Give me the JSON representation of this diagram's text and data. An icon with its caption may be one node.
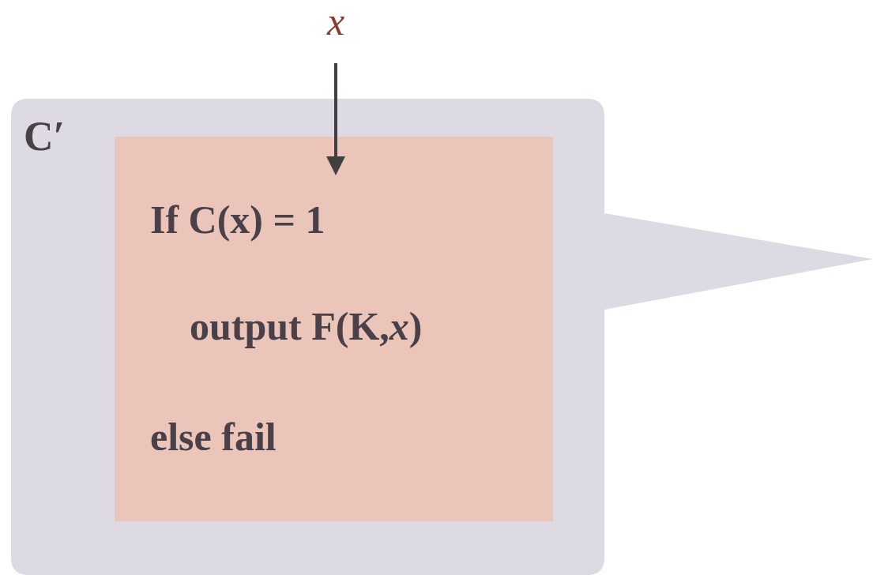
{
  "diagram": {
    "nodes": [
      {
        "text": [
          "C′"
        ]
      },
      {
        "text": [
          "If C(x) = 1",
          "output F(K,*x*)",
          "else fail"
        ],
        "in": 0
      },
      {
        "text": [
          "x"
        ]
      }
    ],
    "edges": [
      {
        "from": 2,
        "to": 1,
        "arrow": "to"
      }
    ]
  }
}
